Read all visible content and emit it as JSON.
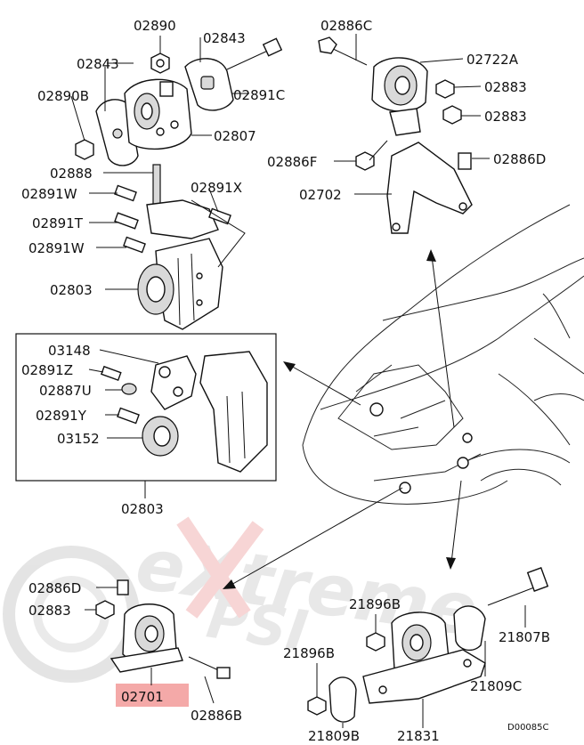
{
  "labels": {
    "l02890": "02890",
    "l02843a": "02843",
    "l02843b": "02843",
    "l02890B": "02890B",
    "l02891C": "02891C",
    "l02807": "02807",
    "l02888": "02888",
    "l02891W_a": "02891W",
    "l02891X": "02891X",
    "l02891T": "02891T",
    "l02891W_b": "02891W",
    "l02803a": "02803",
    "l02886C": "02886C",
    "l02722A": "02722A",
    "l02883a": "02883",
    "l02883b": "02883",
    "l02886F": "02886F",
    "l02886D_a": "02886D",
    "l02702": "02702",
    "l03148": "03148",
    "l02891Z": "02891Z",
    "l02887U": "02887U",
    "l02891Y": "02891Y",
    "l03152": "03152",
    "l02803b": "02803",
    "l02886D_b": "02886D",
    "l02883c": "02883",
    "l02701": "02701",
    "l02886B": "02886B",
    "l21896B_a": "21896B",
    "l21896B_b": "21896B",
    "l21807B": "21807B",
    "l21809C": "21809C",
    "l21809B": "21809B",
    "l21831": "21831",
    "code": "D00085C"
  },
  "watermark": {
    "text1": "eXtreme",
    "text2": "PSI"
  },
  "colors": {
    "highlight": "#f4a9a8",
    "watermark": "#d8d8d8",
    "watermark_x": "#f2b3b3"
  }
}
